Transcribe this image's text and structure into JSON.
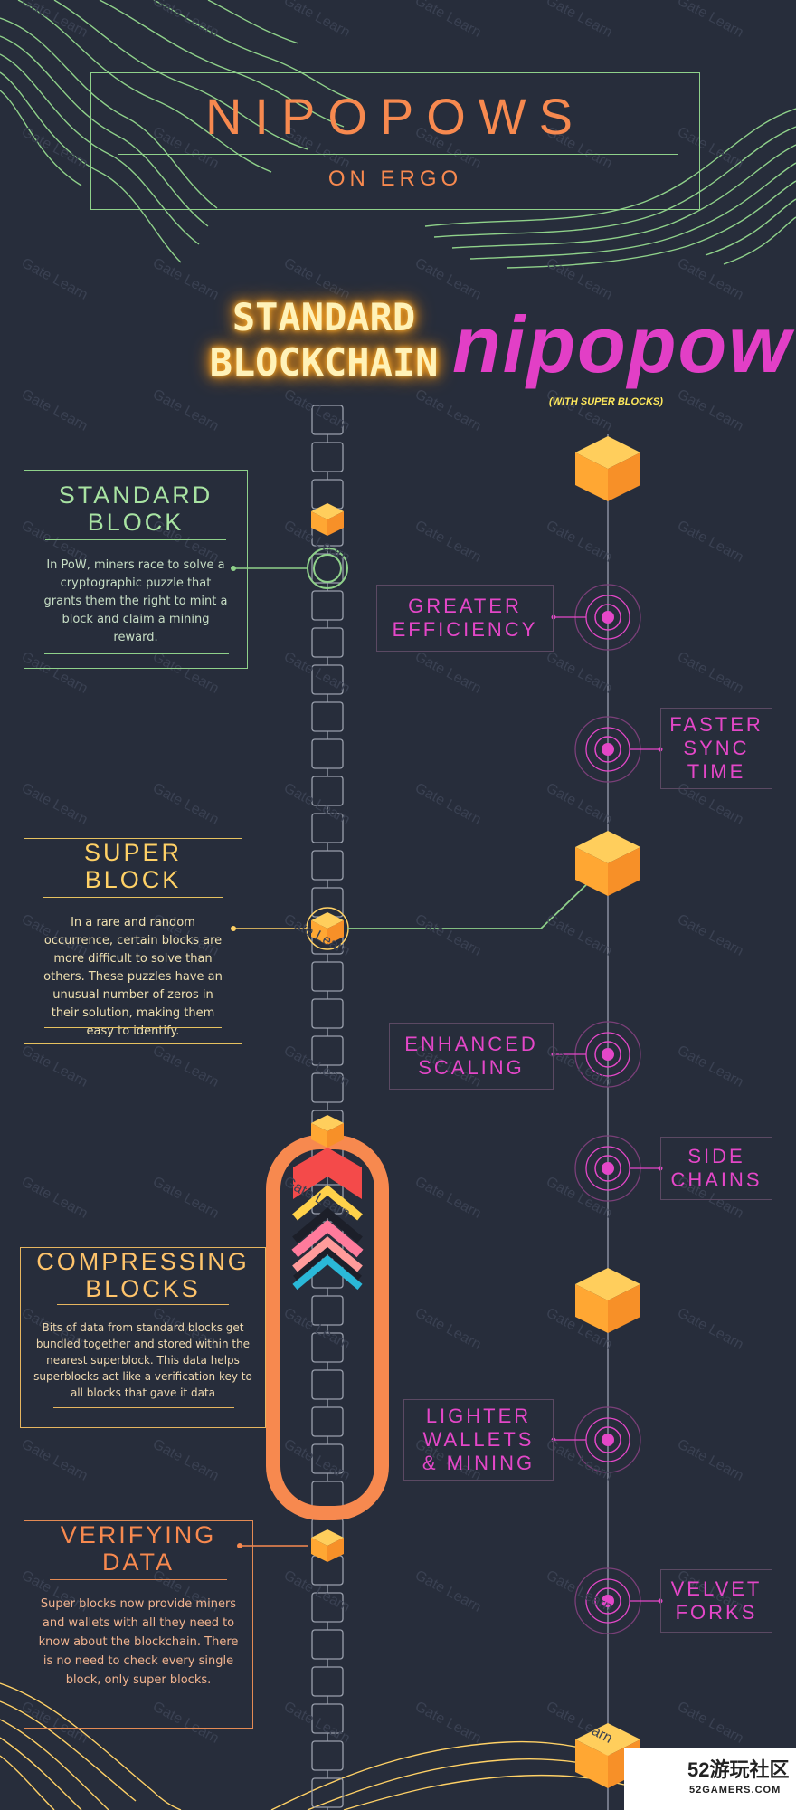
{
  "header": {
    "title": "NIPOPOWS",
    "subtitle": "ON ERGO"
  },
  "columns": {
    "standard": "STANDARD BLOCKCHAIN",
    "standard_line1": "STANDARD",
    "standard_line2": "BLOCKCHAIN",
    "nipopow": "nipopow",
    "nipopow_note": "(WITH SUPER BLOCKS)"
  },
  "info_boxes": [
    {
      "title1": "STANDARD",
      "title2": "BLOCK",
      "text": "In PoW, miners race to solve a cryptographic puzzle that grants them the right to mint a block and claim a mining reward."
    },
    {
      "title1": "SUPER",
      "title2": "BLOCK",
      "text": "In a rare and random occurrence, certain blocks are more difficult to solve than others. These puzzles have an unusual number of zeros in their solution, making them easy to identify."
    },
    {
      "title1": "COMPRESSING",
      "title2": "BLOCKS",
      "text": "Bits of data from standard blocks get bundled together and stored within the nearest superblock. This data helps superblocks act like a verification key to all blocks that gave it data"
    },
    {
      "title1": "VERIFYING",
      "title2": "DATA",
      "text": "Super blocks now provide miners and wallets with all they need to know about the blockchain. There is no need to check every single block, only super blocks."
    }
  ],
  "features": [
    {
      "line1": "GREATER",
      "line2": "EFFICIENCY",
      "line3": ""
    },
    {
      "line1": "FASTER",
      "line2": "SYNC",
      "line3": "TIME"
    },
    {
      "line1": "ENHANCED",
      "line2": "SCALING",
      "line3": ""
    },
    {
      "line1": "SIDE",
      "line2": "CHAINS",
      "line3": ""
    },
    {
      "line1": "LIGHTER",
      "line2": "WALLETS",
      "line3": "& MINING"
    },
    {
      "line1": "VELVET",
      "line2": "FORKS",
      "line3": ""
    }
  ],
  "watermark": "Gate Learn",
  "logo": {
    "cn": "52游玩社区",
    "en": "52GAMERS.COM"
  },
  "colors": {
    "background": "#272d3b",
    "green": "#8fd18a",
    "orange": "#f7894f",
    "magenta": "#e447c8",
    "cube_top": "#ffce5c",
    "cube_left": "#ffa733",
    "cube_right": "#f79028"
  }
}
